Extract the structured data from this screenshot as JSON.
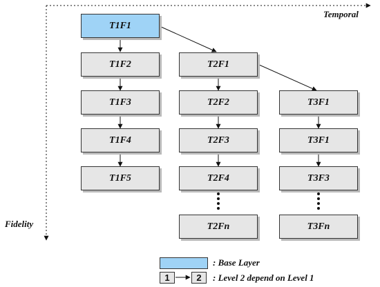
{
  "axes": {
    "horizontal_label": "Temporal",
    "vertical_label": "Fidelity"
  },
  "nodes": {
    "t1f1": "T1F1",
    "t1f2": "T1F2",
    "t1f3": "T1F3",
    "t1f4": "T1F4",
    "t1f5": "T1F5",
    "t2f1": "T2F1",
    "t2f2": "T2F2",
    "t2f3": "T2F3",
    "t2f4": "T2F4",
    "t2fn": "T2Fn",
    "t3f1": "T3F1",
    "t3f1b": "T3F1",
    "t3f3": "T3F3",
    "t3fn": "T3Fn"
  },
  "legend": {
    "base_layer": ": Base Layer",
    "dependency_from": "1",
    "dependency_to": "2",
    "dependency_text": ": Level 2 depend on Level 1"
  },
  "colors": {
    "base_layer_fill": "#9fd3f6",
    "node_fill": "#e6e6e6",
    "node_shadow": "#b9b9b9",
    "border": "#333333"
  }
}
